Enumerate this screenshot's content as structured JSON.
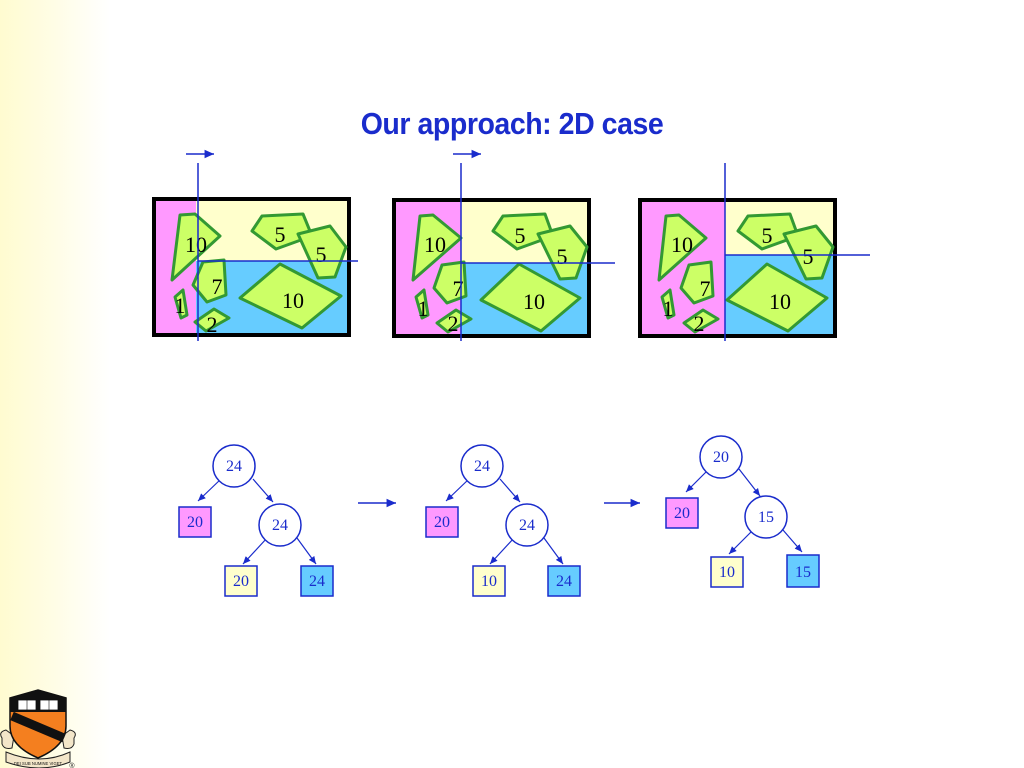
{
  "title": "Our approach: 2D case",
  "colors": {
    "title": "#1a2ccc",
    "left_region": "#ff99ff",
    "top_right_region": "#ffffcc",
    "bottom_right_region": "#66ccff",
    "shape_fill": "#ccff66",
    "shape_stroke": "#339933",
    "cut_line": "#1a2ccc",
    "tree_stroke": "#1a2ccc"
  },
  "panels": [
    {
      "shape_labels": [
        "10",
        "5",
        "5",
        "7",
        "10",
        "1",
        "2"
      ]
    },
    {
      "shape_labels": [
        "10",
        "5",
        "5",
        "7",
        "10",
        "1",
        "2"
      ]
    },
    {
      "shape_labels": [
        "10",
        "5",
        "5",
        "7",
        "10",
        "1",
        "2"
      ]
    }
  ],
  "trees": [
    {
      "root": "24",
      "left_leaf": "20",
      "right_node": "24",
      "right_left_leaf": "20",
      "right_right_leaf": "24"
    },
    {
      "root": "24",
      "left_leaf": "20",
      "right_node": "24",
      "right_left_leaf": "10",
      "right_right_leaf": "24"
    },
    {
      "root": "20",
      "left_leaf": "20",
      "right_node": "15",
      "right_left_leaf": "10",
      "right_right_leaf": "15"
    }
  ],
  "logo": {
    "text": "DEI SUB NUMINE VIGET",
    "icon": "princeton-shield-icon",
    "registered": "®"
  }
}
